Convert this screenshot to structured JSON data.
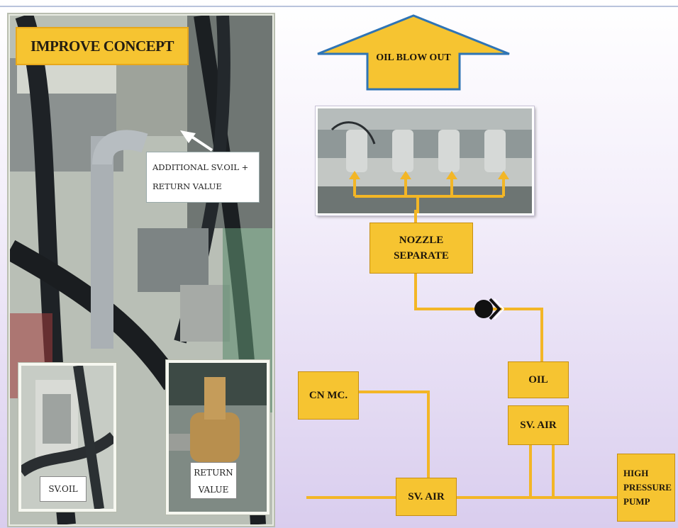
{
  "left_panel": {
    "title": "IMPROVE CONCEPT",
    "callout_line1": "ADDITIONAL SV.OIL +",
    "callout_line2": "RETURN VALUE",
    "inset_sv_oil_label": "SV.OIL",
    "inset_return_line1": "RETURN",
    "inset_return_line2": "VALUE"
  },
  "diagram": {
    "arrow_label": "OIL BLOW OUT",
    "nozzle_line1": "NOZZLE",
    "nozzle_line2": "SEPARATE",
    "oil": "OIL",
    "sv_air_upper": "SV. AIR",
    "cn_mc": "CN MC.",
    "sv_air_lower": "SV. AIR",
    "pump_line1": "HIGH",
    "pump_line2": "PRESSURE",
    "pump_line3": "PUMP"
  },
  "colors": {
    "box_fill": "#f6c431",
    "pipe": "#f3b626",
    "arrow_outline": "#2f74b5"
  }
}
